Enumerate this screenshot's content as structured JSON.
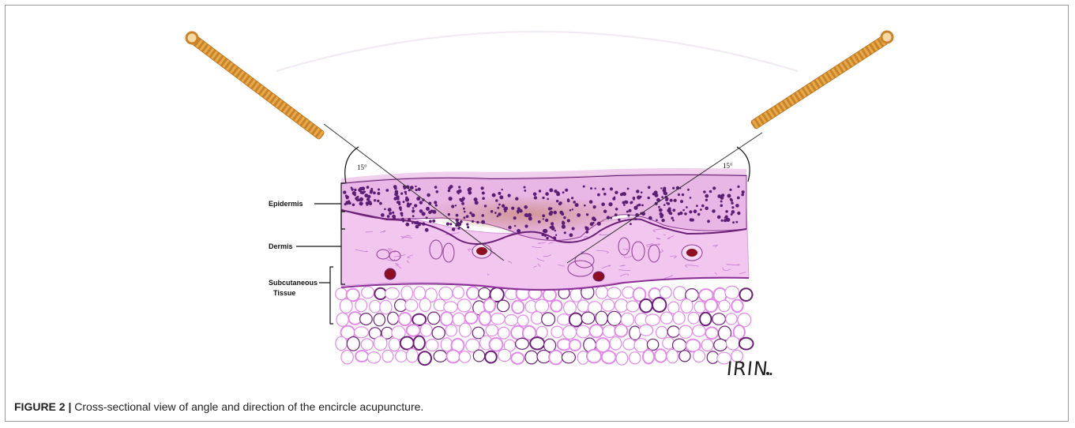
{
  "figure": {
    "layer_labels": {
      "epidermis": "Epidermis",
      "dermis": "Dermis",
      "subcutaneous_line1": "Subcutaneous",
      "subcutaneous_line2": "Tissue"
    },
    "angles": {
      "left": "15°",
      "right": "15°"
    },
    "signature": "IRIN.",
    "caption": {
      "number": "FIGURE 2 |",
      "text": " Cross-sectional view of angle and direction of the encircle acupuncture."
    }
  }
}
